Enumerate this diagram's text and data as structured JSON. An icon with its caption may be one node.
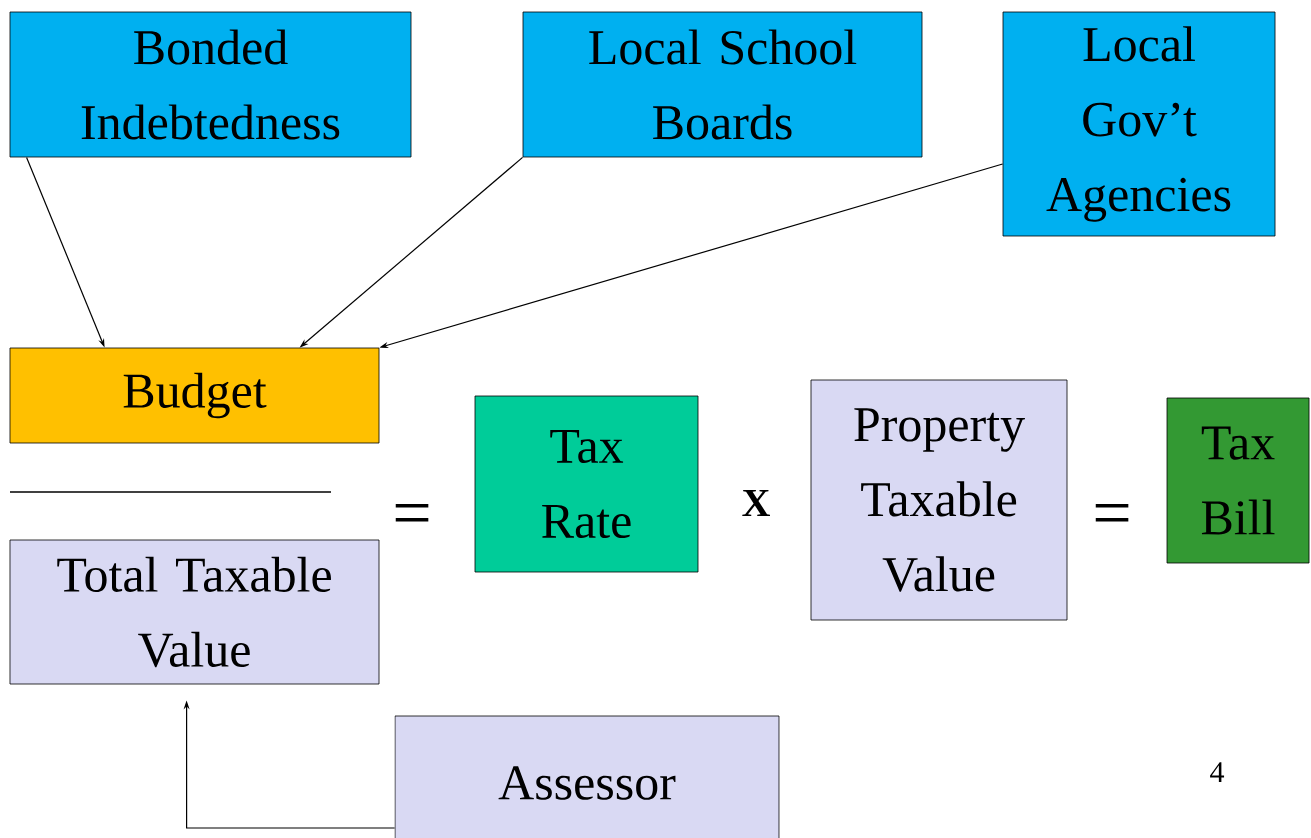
{
  "diagram": {
    "nodes": [
      {
        "text": [
          "Bonded Indebtedness"
        ]
      },
      {
        "text": [
          "Local School Boards"
        ]
      },
      {
        "text": [
          "Local Gov’t Agencies"
        ]
      },
      {
        "text": [
          "Budget"
        ]
      },
      {
        "text": [
          "Total Taxable Value"
        ]
      },
      {
        "text": [
          "Tax Rate"
        ]
      },
      {
        "text": [
          "Property Taxable Value"
        ]
      },
      {
        "text": [
          "Tax Bill"
        ]
      },
      {
        "text": [
          "Assessor"
        ]
      }
    ],
    "edges": [
      {
        "from": 0,
        "to": 3,
        "arrow": "to"
      },
      {
        "from": 1,
        "to": 3,
        "arrow": "to"
      },
      {
        "from": 2,
        "to": 3,
        "arrow": "to"
      },
      {
        "from": 8,
        "to": 4,
        "arrow": "to"
      }
    ],
    "labels": [
      "=",
      "X",
      "=",
      "4"
    ]
  }
}
